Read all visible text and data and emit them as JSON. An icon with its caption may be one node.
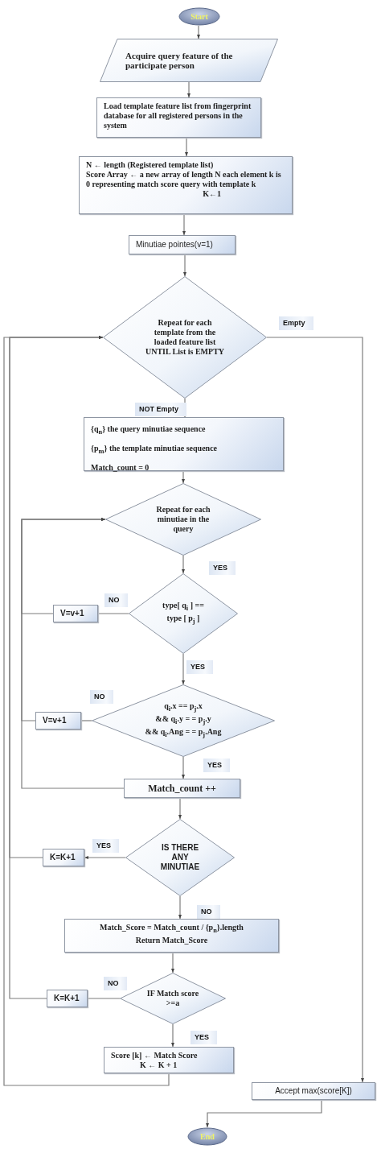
{
  "diagram": {
    "nodes": [
      {
        "text": [
          "Start"
        ]
      },
      {
        "text": [
          "Acquire query feature of the participate person"
        ]
      },
      {
        "text": [
          "Load template feature list from fingerprint database for all registered persons in the system"
        ]
      },
      {
        "text": [
          "N ← length (Registered template list)",
          "Score Array ← a new array of length N each element k is 0 representing match score query with template k",
          "K←1"
        ]
      },
      {
        "text": [
          "Minutiae pointes(v=1)"
        ]
      },
      {
        "text": [
          "Repeat for each template from the loaded feature list UNTIL List is EMPTY"
        ]
      },
      {
        "text": [
          "{q$_{n}$} the query minutiae sequence",
          "{p$_{m}$} the template minutiae sequence",
          "Match_count = 0"
        ]
      },
      {
        "text": [
          "Repeat for each minutiae in the query"
        ]
      },
      {
        "text": [
          "type[ q$_{i}$ ] == type [ p$_{j}$ ]"
        ]
      },
      {
        "text": [
          "V=v+1"
        ]
      },
      {
        "text": [
          "q$_{i}$.x == p$_{j}$.x",
          "&& q$_{i}$.y = = p$_{j}$.y",
          "&& q$_{i}$.Ang = = p$_{j}$.Ang"
        ]
      },
      {
        "text": [
          "V=v+1"
        ]
      },
      {
        "text": [
          "Match_count ++"
        ]
      },
      {
        "text": [
          "IS THERE ANY MINUTIAE"
        ]
      },
      {
        "text": [
          "K=K+1"
        ]
      },
      {
        "text": [
          "Match_Score = Match_count / {p$_{n}$}.length",
          "Return Match_Score"
        ]
      },
      {
        "text": [
          "IF Match score >=a"
        ]
      },
      {
        "text": [
          "K=K+1"
        ]
      },
      {
        "text": [
          "Score [k] ← Match Score",
          "K ← K + 1"
        ]
      },
      {
        "text": [
          "Accept max(score[K])"
        ]
      },
      {
        "text": [
          "End"
        ]
      }
    ],
    "edges": [
      {
        "from": 0,
        "to": 1,
        "arrow": "to"
      },
      {
        "from": 1,
        "to": 2,
        "arrow": "to"
      },
      {
        "from": 2,
        "to": 3,
        "arrow": "to"
      },
      {
        "from": 3,
        "to": 4,
        "arrow": "to"
      },
      {
        "from": 4,
        "to": 5,
        "arrow": "to"
      },
      {
        "from": 5,
        "to": 6,
        "arrow": "to",
        "label": "NOT Empty"
      },
      {
        "from": 5,
        "to": 19,
        "arrow": "to",
        "label": "Empty"
      },
      {
        "from": 6,
        "to": 7,
        "arrow": "to"
      },
      {
        "from": 7,
        "to": 8,
        "arrow": "to",
        "label": "YES"
      },
      {
        "from": 8,
        "to": 9,
        "arrow": "none",
        "label": "NO"
      },
      {
        "from": 9,
        "to": 7,
        "arrow": "to"
      },
      {
        "from": 8,
        "to": 10,
        "arrow": "to",
        "label": "YES"
      },
      {
        "from": 10,
        "to": 11,
        "arrow": "none",
        "label": "NO"
      },
      {
        "from": 11,
        "to": 7,
        "arrow": "to"
      },
      {
        "from": 10,
        "to": 12,
        "arrow": "to",
        "label": "YES"
      },
      {
        "from": 12,
        "to": 7,
        "arrow": "to"
      },
      {
        "from": 12,
        "to": 13,
        "arrow": "to"
      },
      {
        "from": 13,
        "to": 14,
        "arrow": "to",
        "label": "YES"
      },
      {
        "from": 14,
        "to": 5,
        "arrow": "to"
      },
      {
        "from": 13,
        "to": 15,
        "arrow": "to",
        "label": "NO"
      },
      {
        "from": 15,
        "to": 16,
        "arrow": "to"
      },
      {
        "from": 16,
        "to": 17,
        "arrow": "none",
        "label": "NO"
      },
      {
        "from": 17,
        "to": 5,
        "arrow": "to"
      },
      {
        "from": 16,
        "to": 18,
        "arrow": "to",
        "label": "YES"
      },
      {
        "from": 18,
        "to": 5,
        "arrow": "to"
      },
      {
        "from": 19,
        "to": 20,
        "arrow": "to"
      }
    ]
  }
}
